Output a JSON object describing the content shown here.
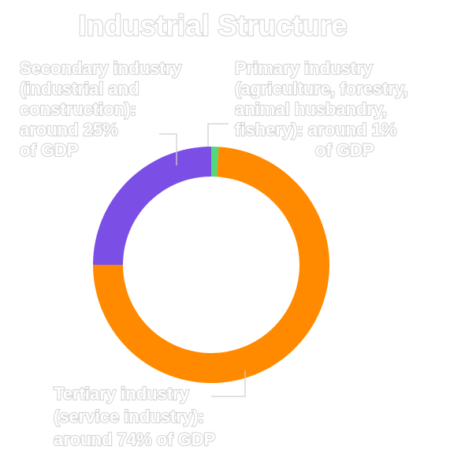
{
  "chart_data": {
    "type": "pie",
    "variant": "donut",
    "title": "Industrial Structure",
    "slices": [
      {
        "label_lines": [
          "Primary industry",
          "(agriculture, forestry,",
          "animal husbandry,",
          "fishery): around 1%",
          "of GDP"
        ],
        "value": 1,
        "color": "#52d97a"
      },
      {
        "label_lines": [
          "Tertiary industry",
          "(service industry):",
          "around 74% of GDP"
        ],
        "value": 74,
        "color": "#ff8a00"
      },
      {
        "label_lines": [
          "Secondary industry",
          "(industrial and",
          "construction):",
          "around 25%",
          "of GDP"
        ],
        "value": 25,
        "color": "#7b4fe6"
      }
    ],
    "legend": "none"
  }
}
